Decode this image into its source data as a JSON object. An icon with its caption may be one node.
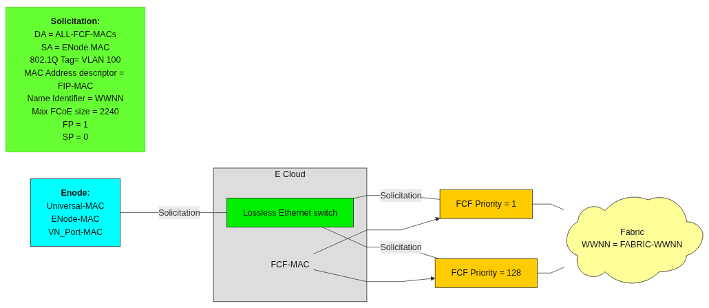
{
  "diagram": {
    "nodes": [
      {
        "text": [
          "Solicitation:",
          "DA = ALL-FCF-MACs",
          "SA = ENode MAC",
          "802.1Q Tag= VLAN 100",
          "MAC Address descriptor = FIP-MAC",
          "Name Identifier = WWNN",
          "Max FCoE size = 2240",
          "FP = 1",
          "SP = 0"
        ]
      },
      {
        "text": [
          "E Cloud"
        ]
      },
      {
        "text": [
          "Enode:",
          "Universal-MAC",
          "ENode-MAC",
          "VN_Port-MAC"
        ]
      },
      {
        "text": [
          "Lossless Ethernet switch"
        ],
        "in": 1
      },
      {
        "text": [
          "FCF Priority = 1"
        ]
      },
      {
        "text": [
          "FCF-MAC"
        ],
        "in": 1
      },
      {
        "text": [
          "FCF Priority = 128"
        ]
      },
      {
        "text": [
          "Fabric",
          "WWNN = FABRIC-WWNN"
        ]
      }
    ],
    "edges": [
      {
        "from": 2,
        "to": 3,
        "arrow": "none",
        "label": "Solicitation"
      },
      {
        "from": 3,
        "to": 4,
        "arrow": "none",
        "label": "Solicitation"
      },
      {
        "from": 3,
        "to": 6,
        "arrow": "none",
        "label": "Solicitation"
      },
      {
        "from": 5,
        "to": 4,
        "arrow": "to"
      },
      {
        "from": 5,
        "to": 6,
        "arrow": "to"
      },
      {
        "from": 4,
        "to": 7,
        "arrow": "none"
      },
      {
        "from": 6,
        "to": 7,
        "arrow": "none"
      }
    ]
  }
}
